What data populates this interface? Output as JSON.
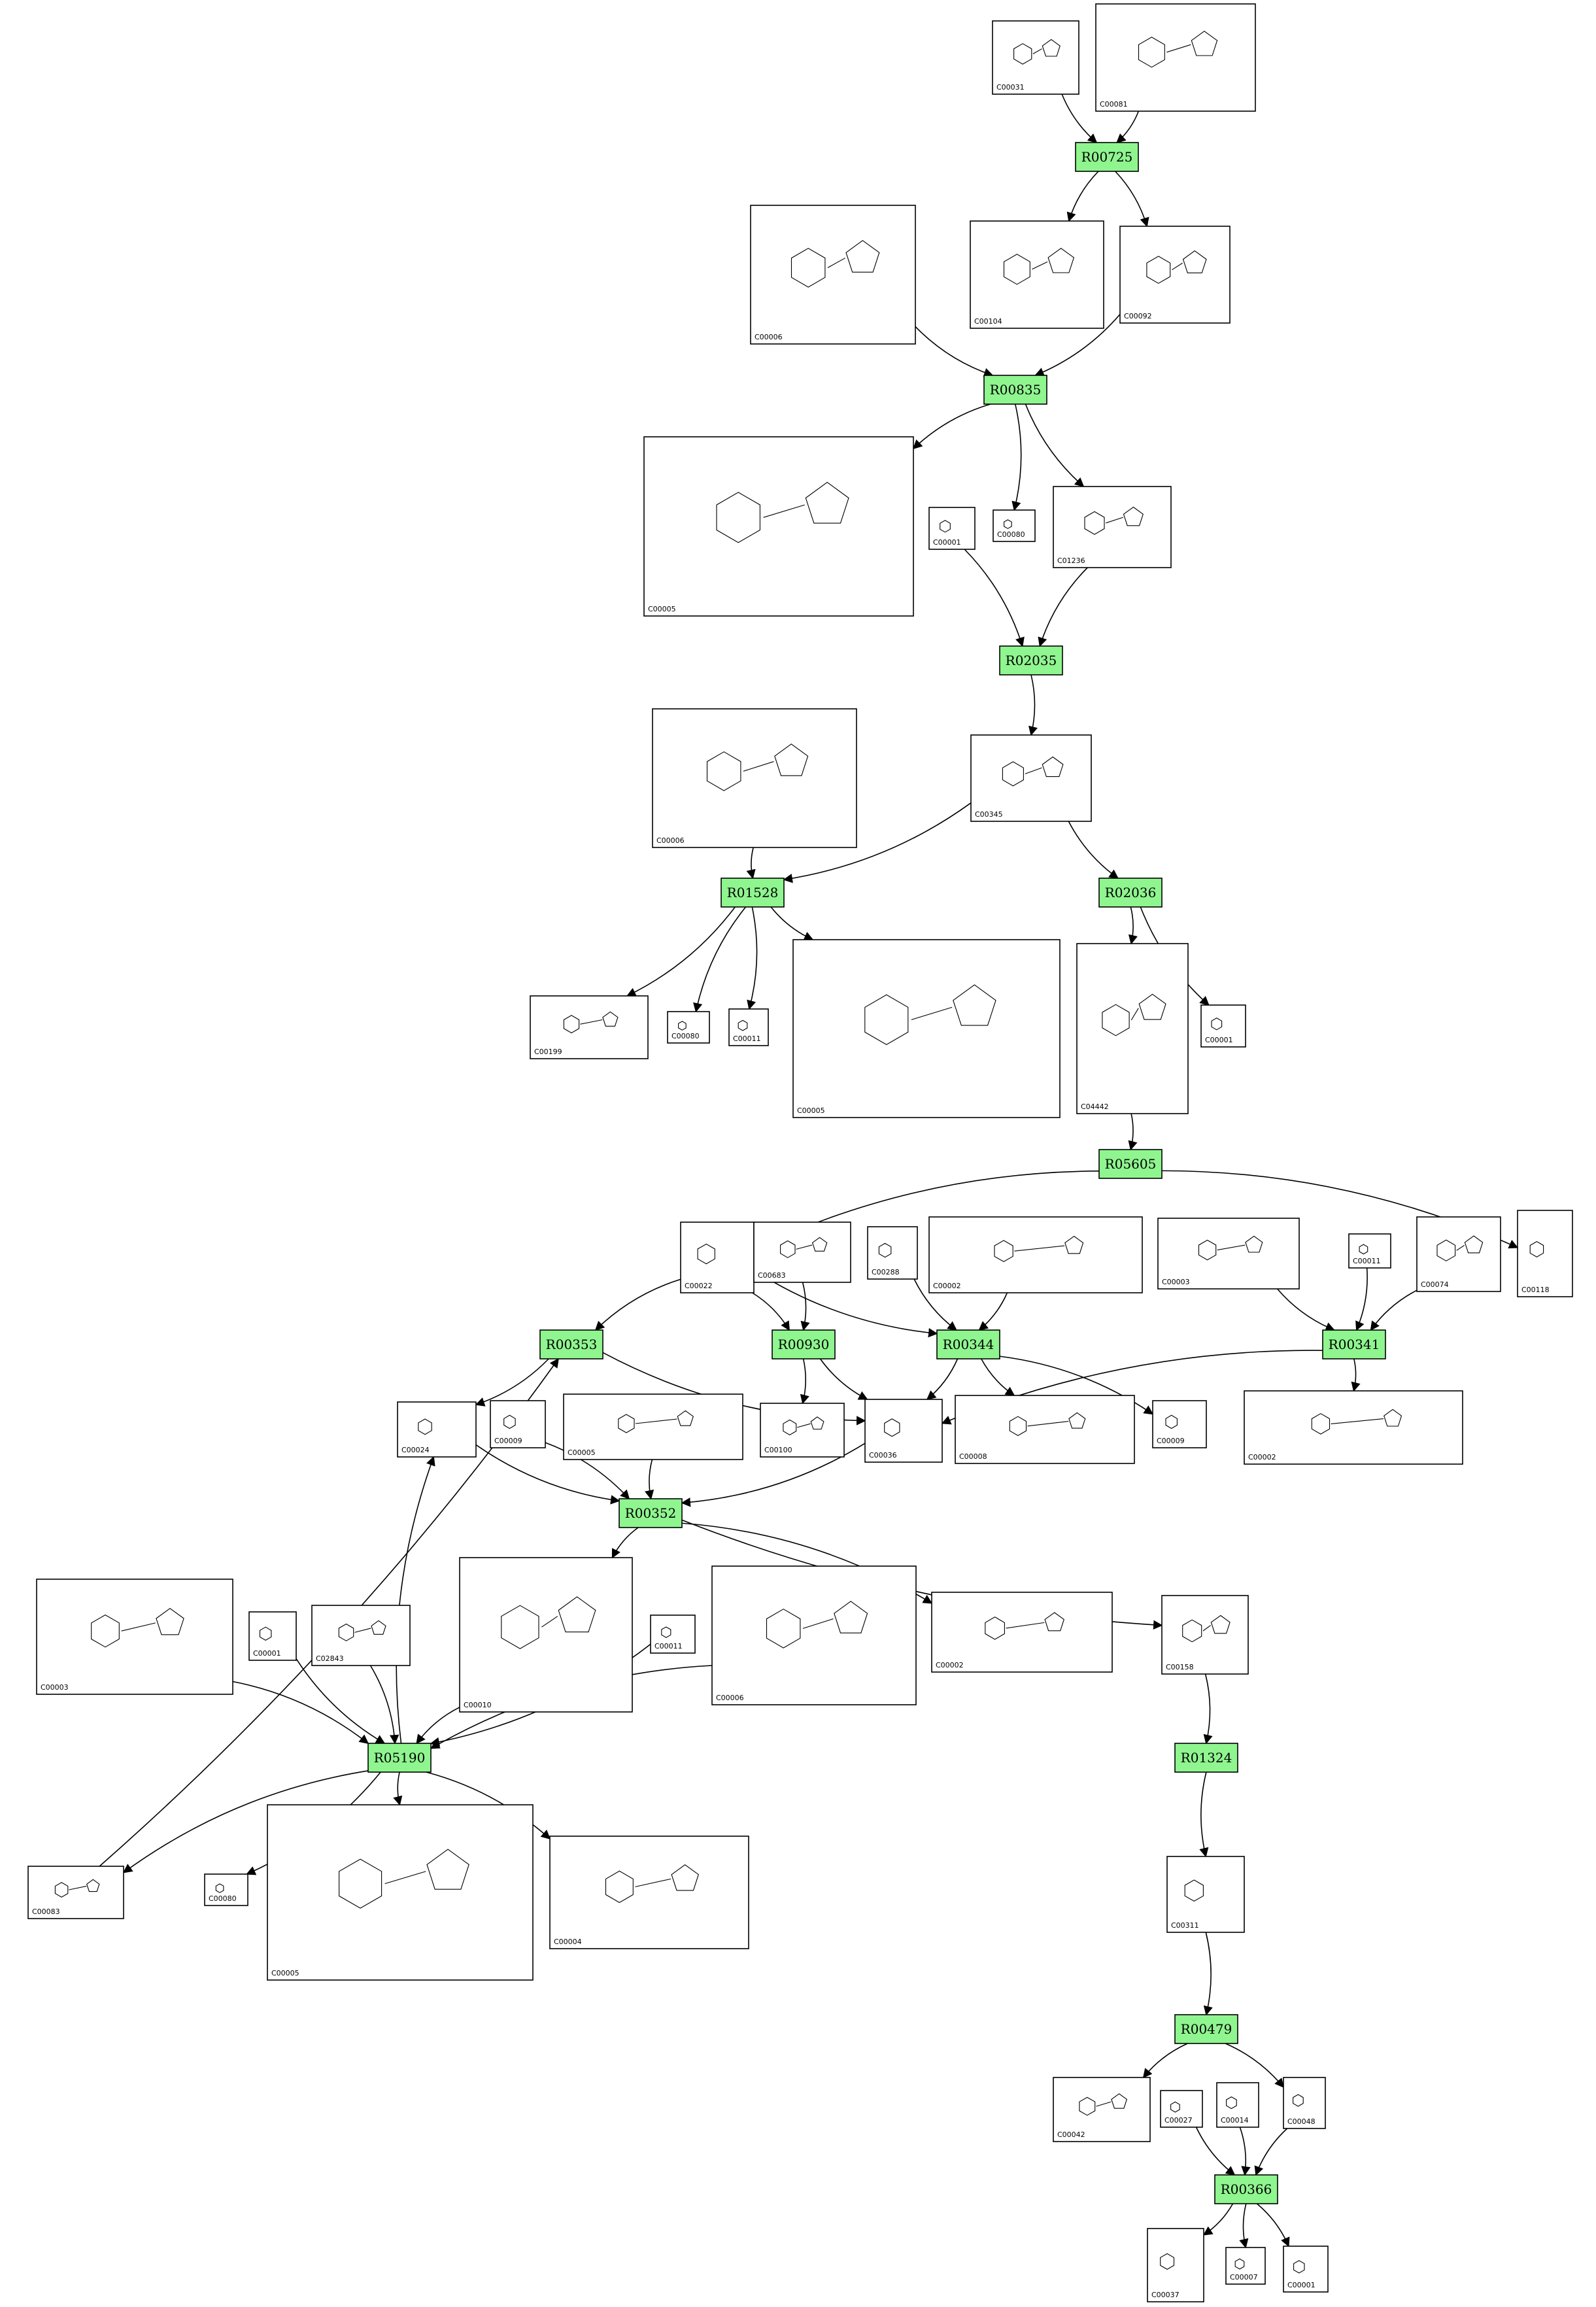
{
  "reactions": [
    {
      "id": "r00725",
      "label": "R00725"
    },
    {
      "id": "r00835",
      "label": "R00835"
    },
    {
      "id": "r02035",
      "label": "R02035"
    },
    {
      "id": "r01528",
      "label": "R01528"
    },
    {
      "id": "r02036",
      "label": "R02036"
    },
    {
      "id": "r05605",
      "label": "R05605"
    },
    {
      "id": "r00353",
      "label": "R00353"
    },
    {
      "id": "r00930",
      "label": "R00930"
    },
    {
      "id": "r00344",
      "label": "R00344"
    },
    {
      "id": "r00341",
      "label": "R00341"
    },
    {
      "id": "r00352",
      "label": "R00352"
    },
    {
      "id": "r05190",
      "label": "R05190"
    },
    {
      "id": "r01324",
      "label": "R01324"
    },
    {
      "id": "r00479",
      "label": "R00479"
    },
    {
      "id": "r00366",
      "label": "R00366"
    }
  ],
  "compounds": [
    {
      "id": "n1",
      "label": "C00031"
    },
    {
      "id": "n2",
      "label": "C00081"
    },
    {
      "id": "n3",
      "label": "C00006"
    },
    {
      "id": "n4",
      "label": "C00104"
    },
    {
      "id": "n5",
      "label": "C00092"
    },
    {
      "id": "n6",
      "label": "C00005"
    },
    {
      "id": "n7",
      "label": "C00001"
    },
    {
      "id": "n8",
      "label": "C00080"
    },
    {
      "id": "n9",
      "label": "C01236"
    },
    {
      "id": "n10",
      "label": "C00006"
    },
    {
      "id": "n11",
      "label": "C00345"
    },
    {
      "id": "n12",
      "label": "C00199"
    },
    {
      "id": "n13",
      "label": "C00080"
    },
    {
      "id": "n14",
      "label": "C00011"
    },
    {
      "id": "n15",
      "label": "C00005"
    },
    {
      "id": "n16",
      "label": "C04442"
    },
    {
      "id": "n17",
      "label": "C00001"
    },
    {
      "id": "n18",
      "label": "C00022"
    },
    {
      "id": "n19",
      "label": "C00683"
    },
    {
      "id": "n20",
      "label": "C00288"
    },
    {
      "id": "n21",
      "label": "C00002"
    },
    {
      "id": "n22",
      "label": "C00003"
    },
    {
      "id": "n23",
      "label": "C00011"
    },
    {
      "id": "n24",
      "label": "C00074"
    },
    {
      "id": "n25",
      "label": "C00118"
    },
    {
      "id": "n26",
      "label": "C00024"
    },
    {
      "id": "n27",
      "label": "C00009"
    },
    {
      "id": "n28",
      "label": "C00005"
    },
    {
      "id": "n29",
      "label": "C00100"
    },
    {
      "id": "n30",
      "label": "C00036"
    },
    {
      "id": "n31",
      "label": "C00008"
    },
    {
      "id": "n32",
      "label": "C00009"
    },
    {
      "id": "n33",
      "label": "C00002"
    },
    {
      "id": "n34",
      "label": "C00003"
    },
    {
      "id": "n35",
      "label": "C00001"
    },
    {
      "id": "n36",
      "label": "C02843"
    },
    {
      "id": "n37",
      "label": "C00010"
    },
    {
      "id": "n38",
      "label": "C00011"
    },
    {
      "id": "n39",
      "label": "C00006"
    },
    {
      "id": "n40",
      "label": "C00002"
    },
    {
      "id": "n41",
      "label": "C00158"
    },
    {
      "id": "n42",
      "label": "C00083"
    },
    {
      "id": "n43",
      "label": "C00080"
    },
    {
      "id": "n44",
      "label": "C00005"
    },
    {
      "id": "n45",
      "label": "C00004"
    },
    {
      "id": "n46",
      "label": "C00311"
    },
    {
      "id": "n47",
      "label": "C00042"
    },
    {
      "id": "n48",
      "label": "C00027"
    },
    {
      "id": "n49",
      "label": "C00014"
    },
    {
      "id": "n50",
      "label": "C00048"
    },
    {
      "id": "n51",
      "label": "C00037"
    },
    {
      "id": "n52",
      "label": "C00007"
    },
    {
      "id": "n53",
      "label": "C00001"
    }
  ],
  "edges": [
    [
      "n1",
      "r00725"
    ],
    [
      "n2",
      "r00725"
    ],
    [
      "r00725",
      "n4"
    ],
    [
      "r00725",
      "n5"
    ],
    [
      "n3",
      "r00835"
    ],
    [
      "n5",
      "r00835"
    ],
    [
      "r00835",
      "n6"
    ],
    [
      "r00835",
      "n8"
    ],
    [
      "r00835",
      "n9"
    ],
    [
      "n7",
      "r02035"
    ],
    [
      "n9",
      "r02035"
    ],
    [
      "r02035",
      "n11"
    ],
    [
      "n10",
      "r01528"
    ],
    [
      "n11",
      "r01528"
    ],
    [
      "n11",
      "r02036"
    ],
    [
      "r01528",
      "n12"
    ],
    [
      "r01528",
      "n13"
    ],
    [
      "r01528",
      "n14"
    ],
    [
      "r01528",
      "n15"
    ],
    [
      "r02036",
      "n16"
    ],
    [
      "r02036",
      "n17"
    ],
    [
      "n16",
      "r05605"
    ],
    [
      "r05605",
      "n18"
    ],
    [
      "r05605",
      "n25"
    ],
    [
      "n18",
      "r00353"
    ],
    [
      "n18",
      "r00930"
    ],
    [
      "n18",
      "r00344"
    ],
    [
      "n19",
      "r00930"
    ],
    [
      "n20",
      "r00344"
    ],
    [
      "n21",
      "r00344"
    ],
    [
      "n22",
      "r00341"
    ],
    [
      "n23",
      "r00341"
    ],
    [
      "n24",
      "r00341"
    ],
    [
      "r00353",
      "n26"
    ],
    [
      "r00353",
      "n30"
    ],
    [
      "r00930",
      "n29"
    ],
    [
      "r00930",
      "n30"
    ],
    [
      "r00344",
      "n30"
    ],
    [
      "r00344",
      "n31"
    ],
    [
      "r00344",
      "n32"
    ],
    [
      "r00341",
      "n30"
    ],
    [
      "r00341",
      "n33"
    ],
    [
      "n26",
      "r00352"
    ],
    [
      "n27",
      "r00352"
    ],
    [
      "n28",
      "r00352"
    ],
    [
      "n30",
      "r00352"
    ],
    [
      "r00352",
      "n37"
    ],
    [
      "r00352",
      "n40"
    ],
    [
      "r00352",
      "n41"
    ],
    [
      "n34",
      "r05190"
    ],
    [
      "n35",
      "r05190"
    ],
    [
      "n36",
      "r05190"
    ],
    [
      "n37",
      "r05190"
    ],
    [
      "n38",
      "r05190"
    ],
    [
      "n39",
      "r05190"
    ],
    [
      "r05190",
      "n26"
    ],
    [
      "r05190",
      "n42"
    ],
    [
      "r05190",
      "n43"
    ],
    [
      "r05190",
      "n44"
    ],
    [
      "r05190",
      "n45"
    ],
    [
      "n42",
      "r00353"
    ],
    [
      "n41",
      "r01324"
    ],
    [
      "r01324",
      "n46"
    ],
    [
      "n46",
      "r00479"
    ],
    [
      "r00479",
      "n47"
    ],
    [
      "r00479",
      "n50"
    ],
    [
      "n48",
      "r00366"
    ],
    [
      "n49",
      "r00366"
    ],
    [
      "n50",
      "r00366"
    ],
    [
      "r00366",
      "n51"
    ],
    [
      "r00366",
      "n52"
    ],
    [
      "r00366",
      "n53"
    ]
  ]
}
